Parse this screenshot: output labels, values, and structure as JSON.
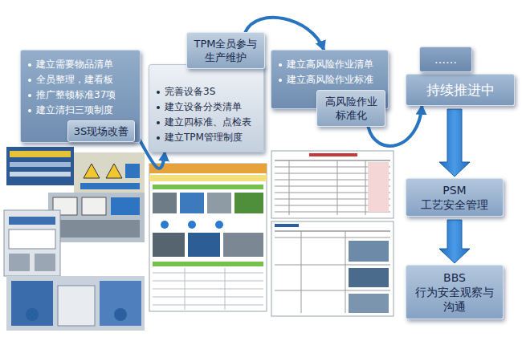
{
  "diagram": {
    "nodes": [
      {
        "text": [
          "建立需要物品清单",
          "全员整理，建看板",
          "推广整顿标准37项",
          "建立清扫三项制度"
        ]
      },
      {
        "text": [
          "3S现场改善"
        ]
      },
      {
        "text": [
          "TPM全员参与生产维护"
        ]
      },
      {
        "text": [
          "完善设备3S",
          "建立设备分类清单",
          "建立四标准、点检表",
          "建立TPM管理制度"
        ]
      },
      {
        "text": [
          "建立高风险作业清单",
          "建立高风险作业标准"
        ]
      },
      {
        "text": [
          "高风险作业标准化"
        ]
      },
      {
        "text": [
          "……"
        ]
      },
      {
        "text": [
          "持续推进中"
        ]
      },
      {
        "text": [
          "PSM",
          "工艺安全管理"
        ]
      },
      {
        "text": [
          "BBS",
          "行为安全观察与沟通"
        ]
      }
    ],
    "edges": [
      {
        "from": 1,
        "to": 3,
        "arrow": "to"
      },
      {
        "from": 2,
        "to": 4,
        "arrow": "to"
      },
      {
        "from": 5,
        "to": 7,
        "arrow": "to"
      },
      {
        "from": 7,
        "to": 8,
        "arrow": "to"
      },
      {
        "from": 8,
        "to": 9,
        "arrow": "to"
      }
    ]
  }
}
